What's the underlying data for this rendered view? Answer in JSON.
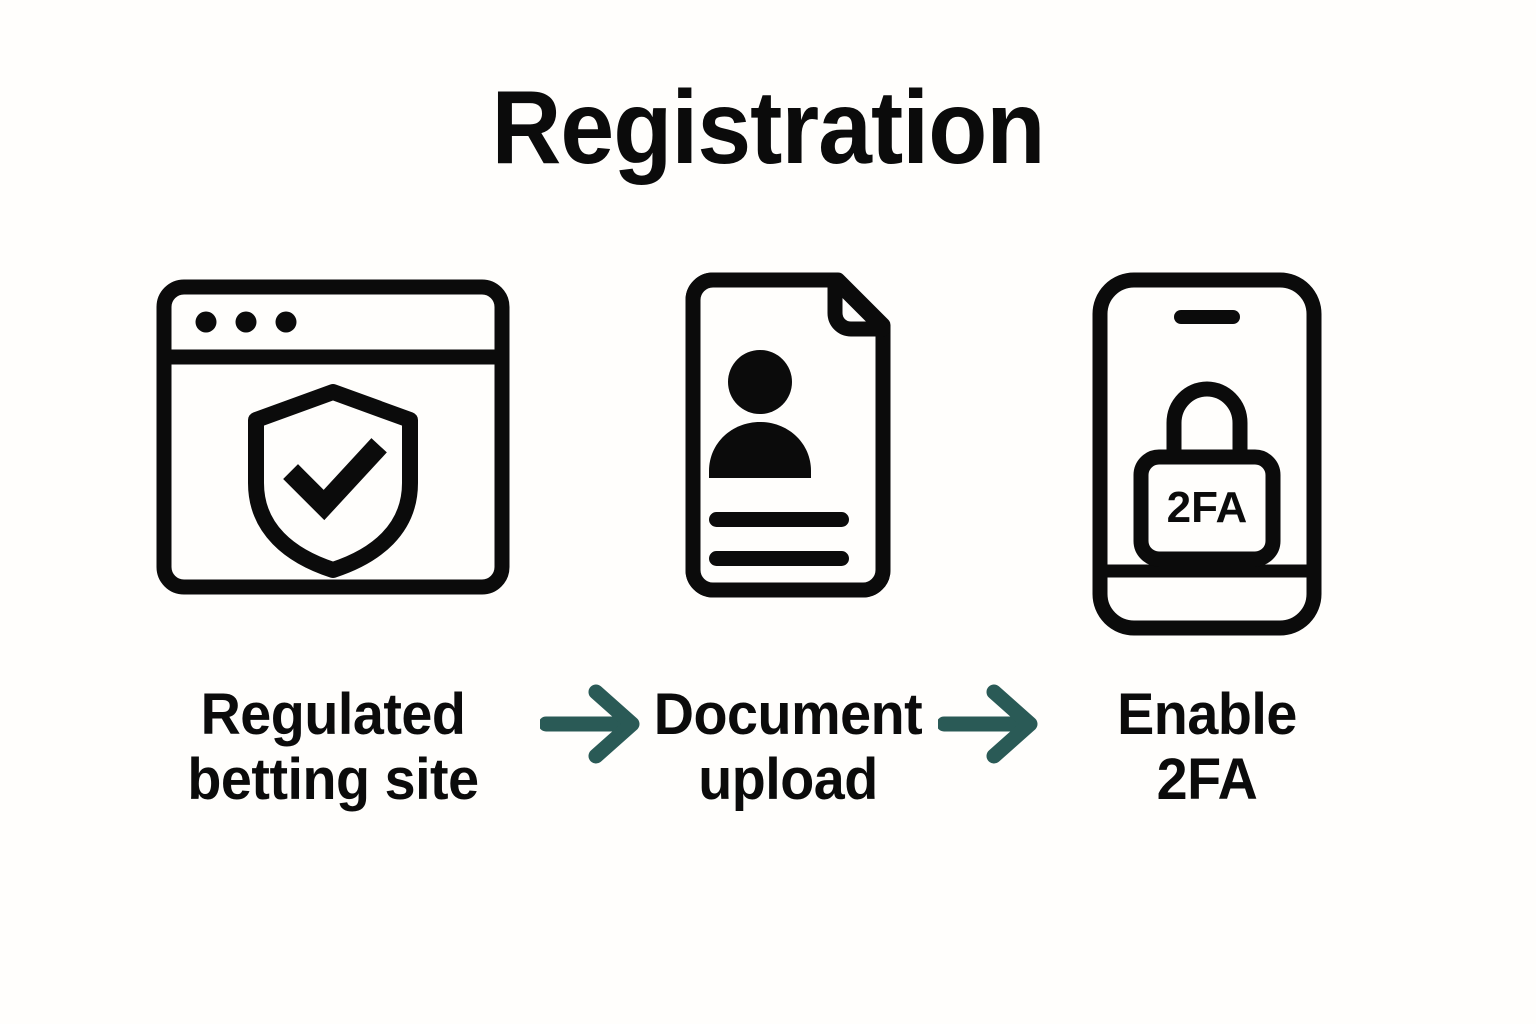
{
  "page": {
    "title": "Registration",
    "background_color": "#FFFEFC",
    "ink_color": "#0B0B0B",
    "accent_color": "#2A5A56"
  },
  "flow": {
    "steps": [
      {
        "id": "regulated-betting-site",
        "icon": "browser-window-shield-check-icon",
        "label_line1": "Regulated",
        "label_line2": "betting site"
      },
      {
        "id": "document-upload",
        "icon": "document-person-upload-icon",
        "label_line1": "Document",
        "label_line2": "upload"
      },
      {
        "id": "enable-2fa",
        "icon": "smartphone-padlock-2fa-icon",
        "label_line1": "Enable",
        "label_line2": "2FA"
      }
    ],
    "arrows": [
      {
        "id": "arrow-step1-to-step2",
        "icon": "arrow-right-icon"
      },
      {
        "id": "arrow-step2-to-step3",
        "icon": "arrow-right-icon"
      }
    ]
  },
  "icon_text": {
    "padlock_label": "2FA"
  }
}
